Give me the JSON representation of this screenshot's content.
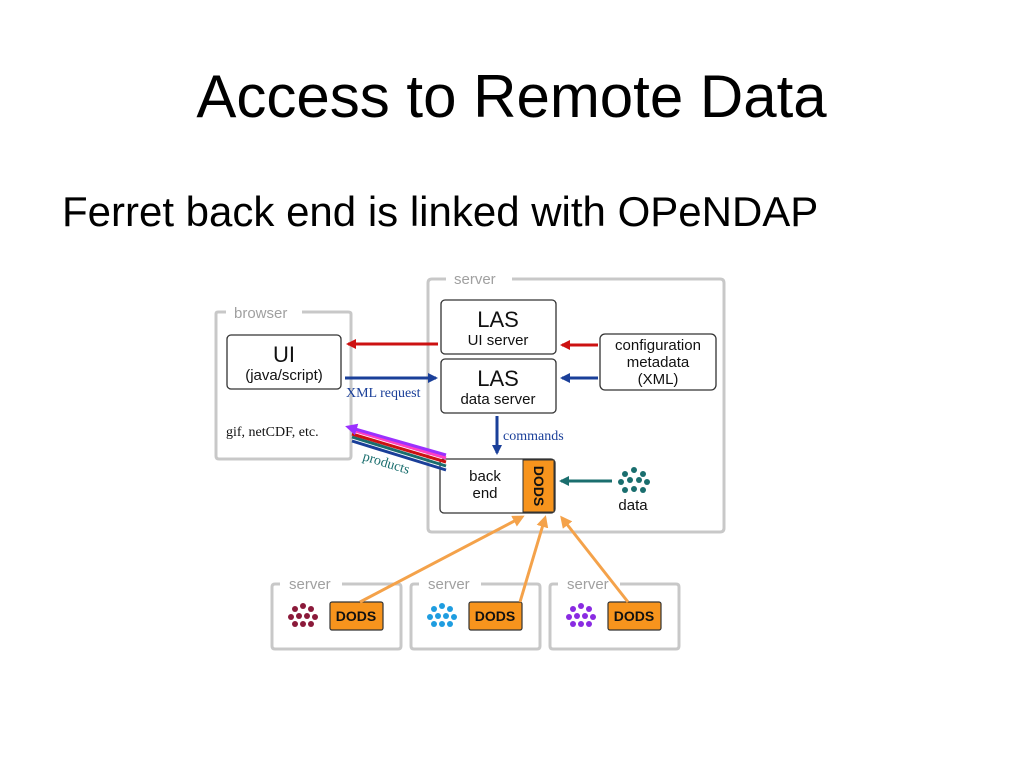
{
  "slide": {
    "title": "Access to Remote Data",
    "subtitle": "Ferret back end is linked with OPeNDAP"
  },
  "diagram": {
    "browser_group": "browser",
    "server_group": "server",
    "ui_box": {
      "title": "UI",
      "subtitle": "(java/script)"
    },
    "outputs_text": "gif, netCDF, etc.",
    "las_ui": {
      "title": "LAS",
      "subtitle": "UI server"
    },
    "las_data": {
      "title": "LAS",
      "subtitle": "data server"
    },
    "config_box": {
      "line1": "configuration",
      "line2": "metadata",
      "line3": "(XML)"
    },
    "xml_request_label": "XML request",
    "commands_label": "commands",
    "products_label": "products",
    "back_end": {
      "line1": "back",
      "line2": "end",
      "dods": "DODS"
    },
    "data_label": "data",
    "remote_servers": [
      {
        "label": "server",
        "dods": "DODS",
        "dot_color": "#8b1a3a"
      },
      {
        "label": "server",
        "dods": "DODS",
        "dot_color": "#1f9de0"
      },
      {
        "label": "server",
        "dods": "DODS",
        "dot_color": "#8a2be2"
      }
    ],
    "colors": {
      "red_arrow": "#cc1111",
      "blue_arrow": "#1a3f99",
      "teal_arrow": "#1a6e6e",
      "orange_arrow": "#f4a24a",
      "dods_fill": "#f7941d",
      "data_dots": "#1a6e6e"
    }
  }
}
